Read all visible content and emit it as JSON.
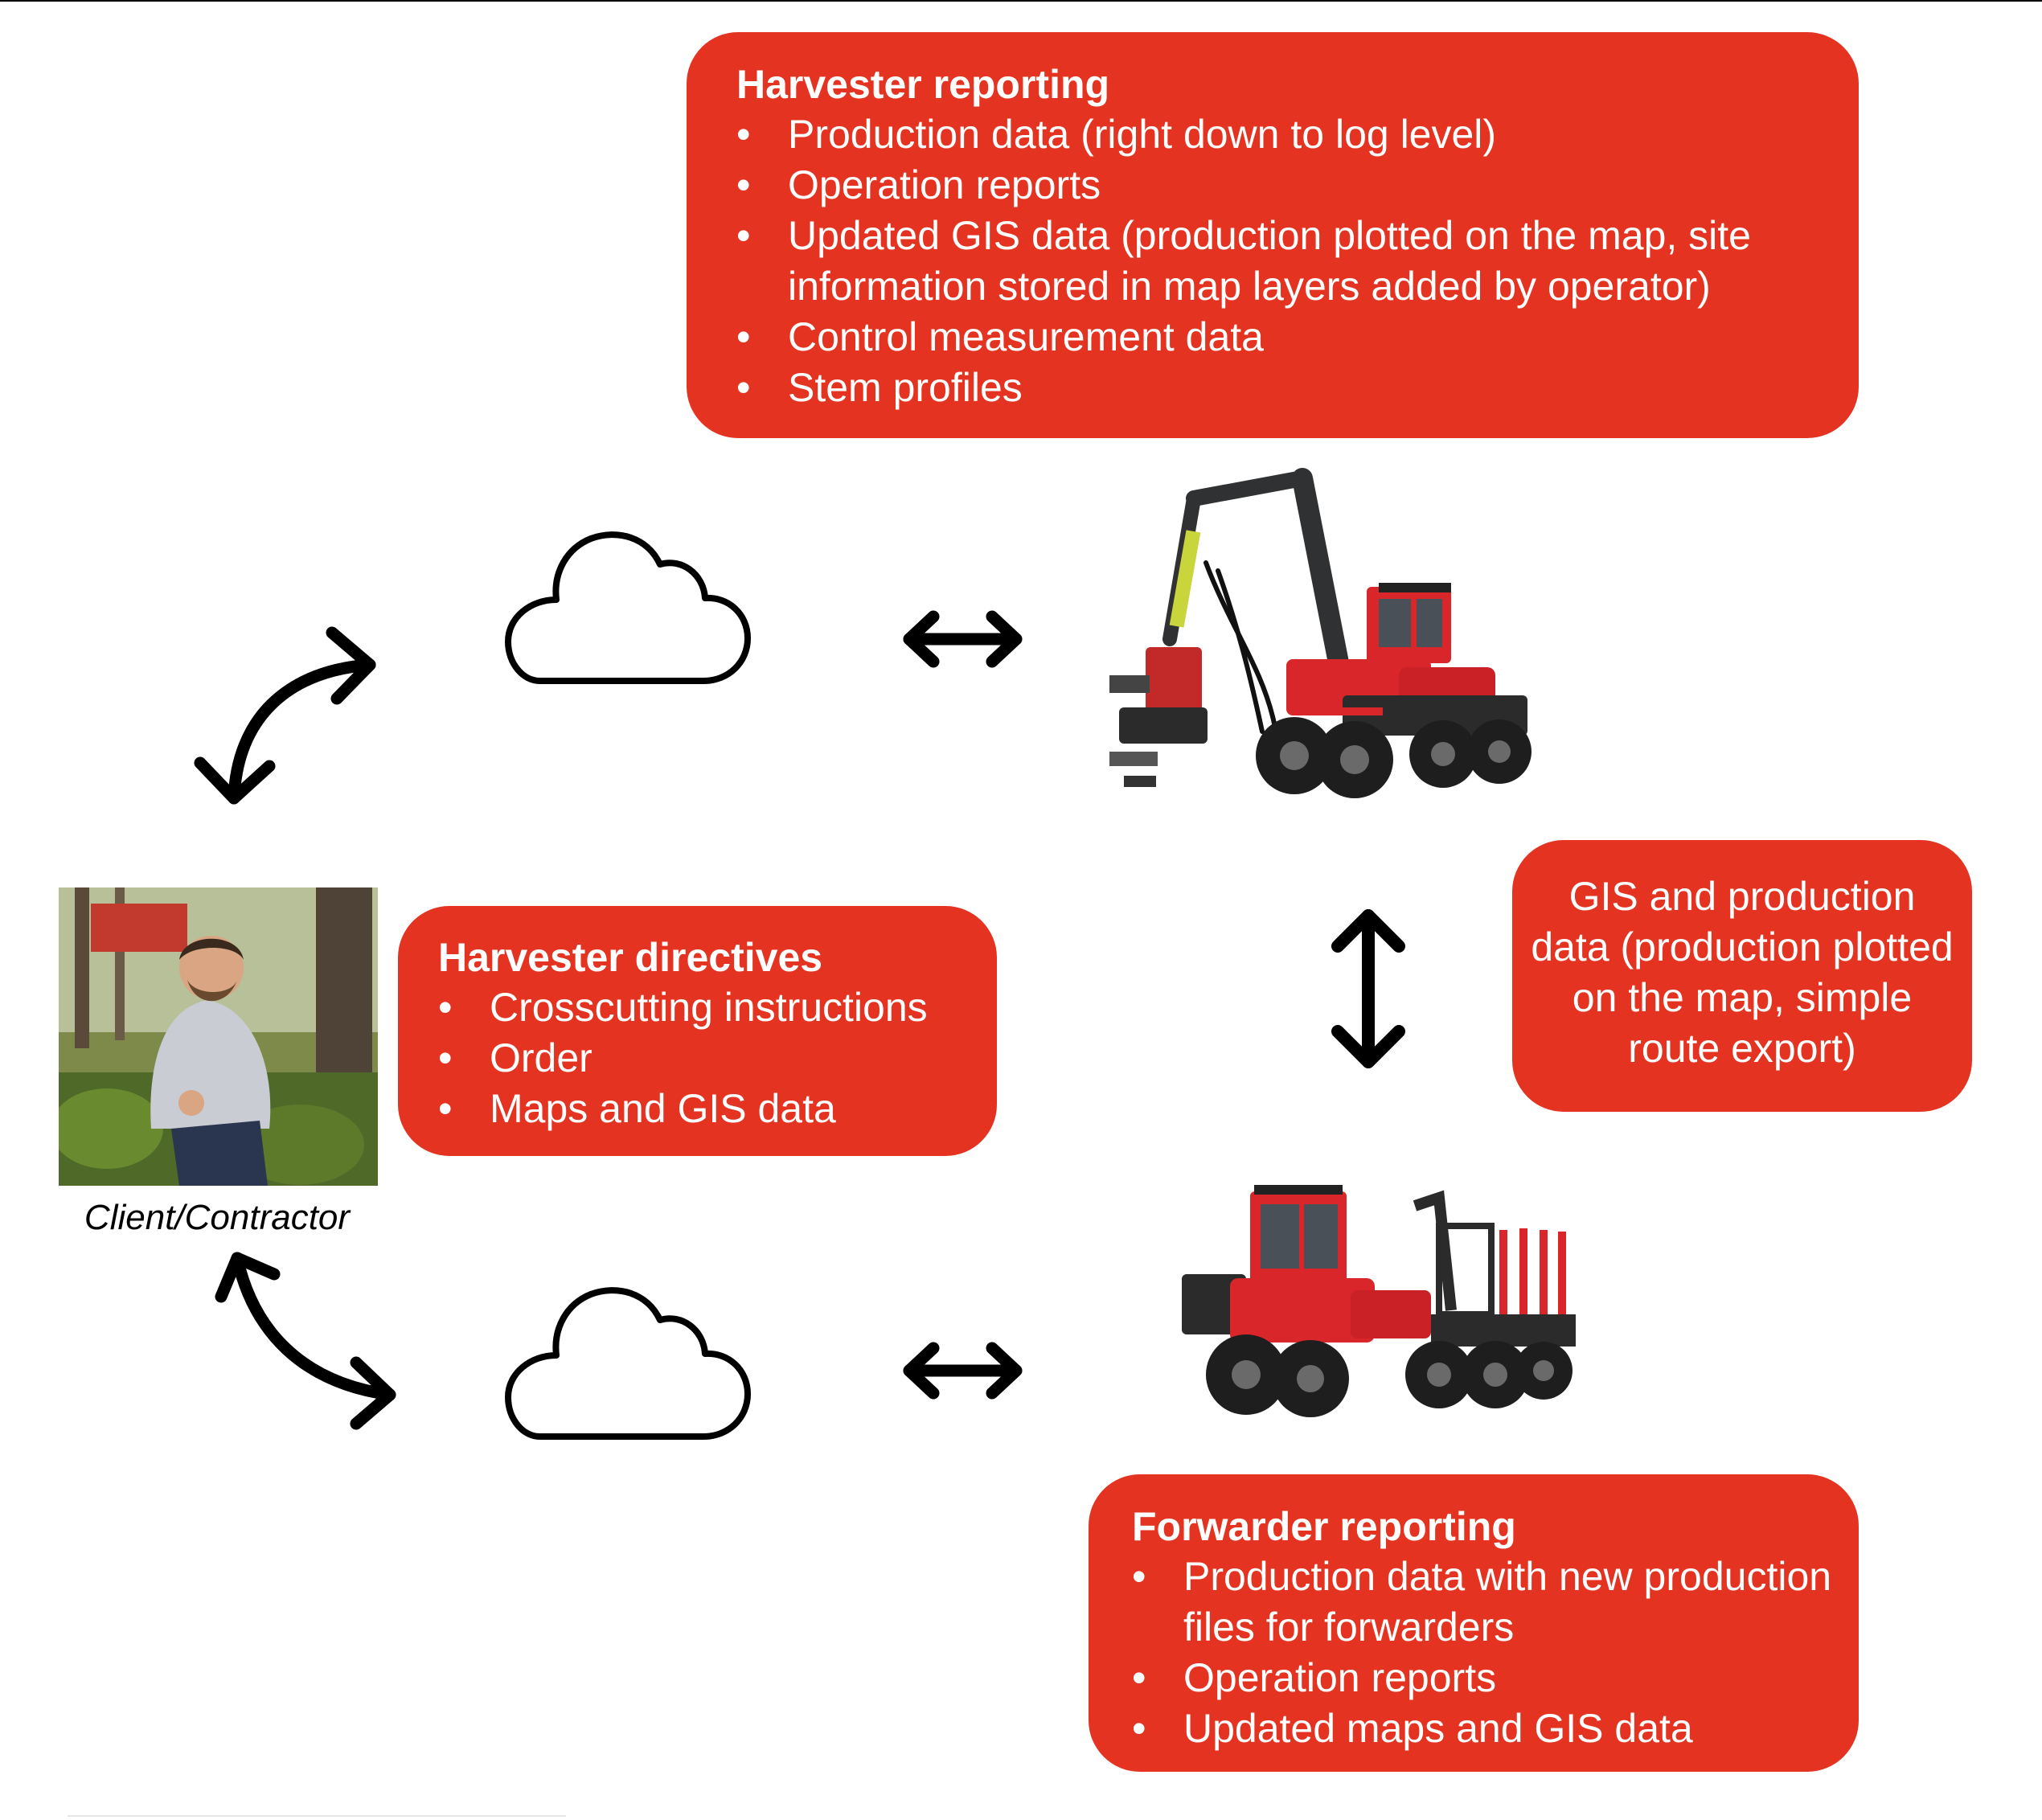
{
  "harvester_reporting": {
    "title": "Harvester reporting",
    "items": [
      "Production data (right down to log level)",
      "Operation reports",
      "Updated GIS data (production plotted on the map, site information stored in map layers added by operator)",
      "Control measurement data",
      "Stem profiles"
    ]
  },
  "harvester_directives": {
    "title": "Harvester directives",
    "items": [
      "Crosscutting instructions",
      "Order",
      "Maps and GIS data"
    ]
  },
  "gis_box": {
    "text": "GIS and production data (production plotted on the map, simple route export)"
  },
  "forwarder_reporting": {
    "title": "Forwarder reporting",
    "items": [
      "Production data with new production files for forwarders",
      "Operation reports",
      "Updated maps and GIS data"
    ]
  },
  "client": {
    "caption": "Client/Contractor"
  },
  "colors": {
    "box_red": "#e53321",
    "text_white": "#ffffff",
    "machine_red": "#d9262b"
  },
  "icons": [
    "cloud-icon",
    "double-arrow-icon",
    "curved-double-arrow-icon",
    "vertical-double-arrow-icon",
    "harvester-image",
    "forwarder-image",
    "person-photo"
  ]
}
